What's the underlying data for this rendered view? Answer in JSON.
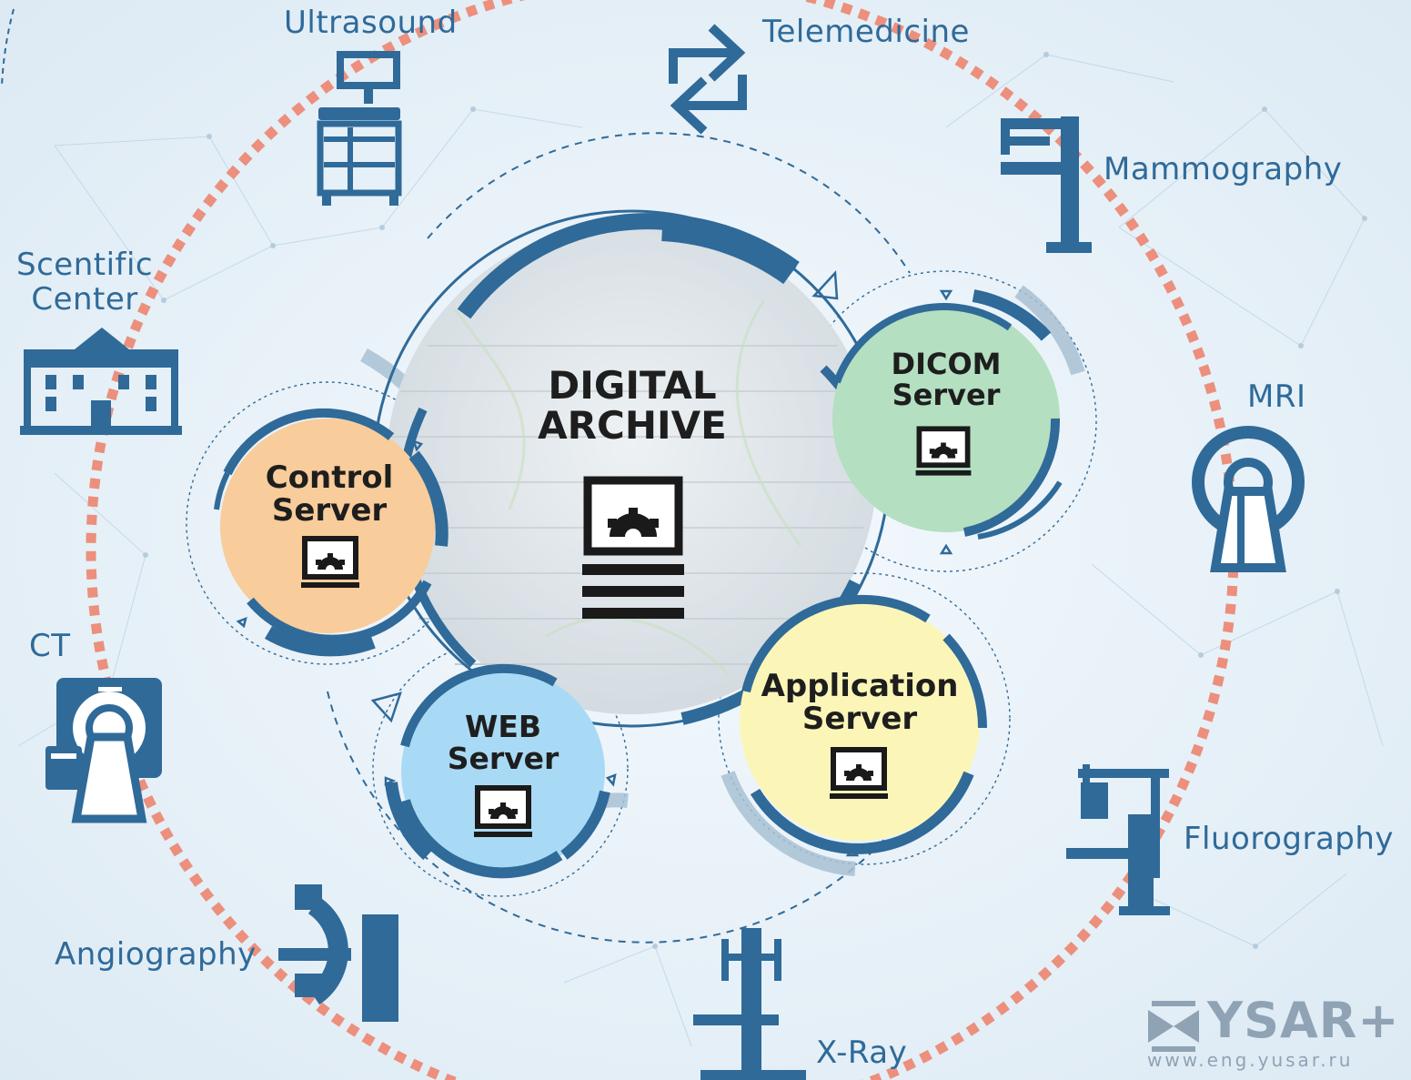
{
  "center": {
    "line1": "DIGITAL",
    "line2": "ARCHIVE"
  },
  "servers": {
    "dicom": {
      "line1": "DICOM",
      "line2": "Server"
    },
    "control": {
      "line1": "Control",
      "line2": "Server"
    },
    "app": {
      "line1": "Application",
      "line2": "Server"
    },
    "web": {
      "line1": "WEB",
      "line2": "Server"
    }
  },
  "modalities": {
    "ultrasound": "Ultrasound",
    "telemedicine": "Telemedicine",
    "mammography": "Mammography",
    "scientific_line1": "Scentific",
    "scientific_line2": "Center",
    "mri": "MRI",
    "ct": "CT",
    "fluorography": "Fluorography",
    "angiography": "Angiography",
    "xray": "X-Ray"
  },
  "brand": {
    "name": "YSAR+",
    "url": "www.eng.yusar.ru"
  },
  "colors": {
    "icon": "#2f6a99",
    "ring_dotted": "#ec8f7d",
    "dicom_fill": "#b4dfc1",
    "control_fill": "#f8cc9b",
    "app_fill": "#fbf6b8",
    "web_fill": "#a9daf5"
  }
}
